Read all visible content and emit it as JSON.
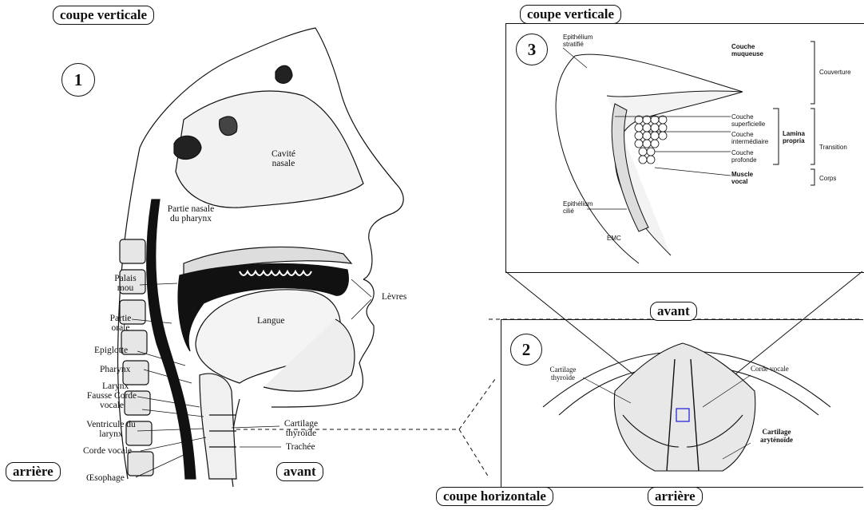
{
  "left": {
    "title": "coupe verticale",
    "number": "1",
    "back_label": "arrière",
    "front_label": "avant",
    "labels": {
      "cavite": "Cavité nasale",
      "partie_nasale": "Partie nasale du pharynx",
      "palais": "Palais mou",
      "partie_orale": "Partie orale",
      "epiglotte": "Epiglotte",
      "pharynx": "Pharynx",
      "larynx": "Larynx",
      "fausse": "Fausse Corde vocale",
      "ventricule": "Ventricule du larynx",
      "corde": "Corde vocale",
      "oesophage": "Œsophage",
      "langue": "Langue",
      "levres": "Lèvres",
      "cartilage": "Cartilage thyroïde",
      "trachee": "Trachée"
    }
  },
  "top_right": {
    "title": "coupe verticale",
    "number": "3",
    "labels": {
      "epi_strat": "Epithélium stratifié",
      "couche_muq": "Couche muqueuse",
      "couverture": "Couverture",
      "superficielle": "Couche superficielle",
      "intermediaire": "Couche intermédiaire",
      "profonde": "Couche profonde",
      "lamina": "Lamina propria",
      "transition": "Transition",
      "muscle": "Muscle vocal",
      "corps": "Corps",
      "epi_cilie": "Epithélium cilié",
      "emc": "EMC"
    }
  },
  "bottom_right": {
    "number": "2",
    "front_label": "avant",
    "back_label": "arrière",
    "title": "coupe horizontale",
    "labels": {
      "cart_thyr": "Cartilage thyroïde",
      "corde_vocale": "Corde vocale",
      "cart_ary": "Cartilage aryténoïde"
    }
  }
}
